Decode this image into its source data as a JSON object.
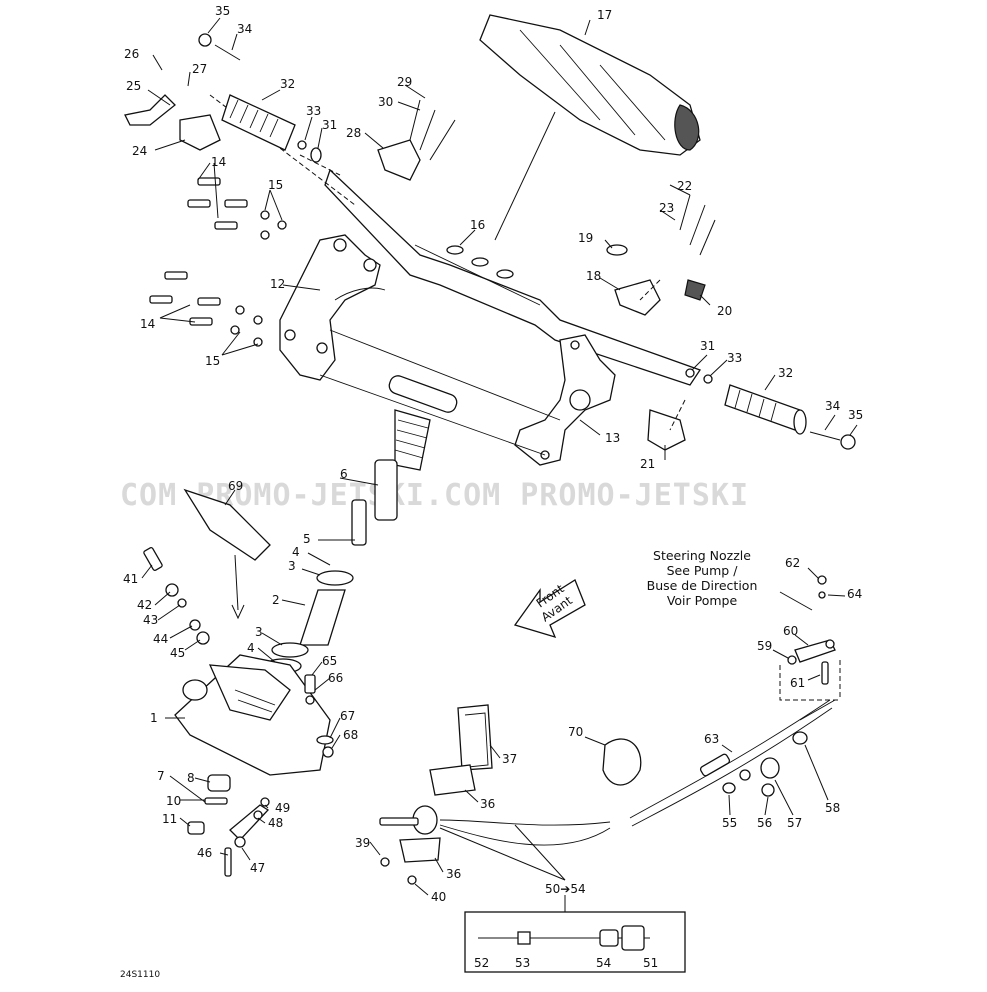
{
  "diagram": {
    "code": "24S1110",
    "watermark": "COM PROMO-JETSKI.COM  PROMO-JETSKI",
    "callouts": [
      "35",
      "34",
      "26",
      "27",
      "25",
      "32",
      "33",
      "31",
      "24",
      "14",
      "15",
      "29",
      "30",
      "28",
      "17",
      "22",
      "23",
      "19",
      "16",
      "18",
      "20",
      "12",
      "31",
      "33",
      "32",
      "34",
      "35",
      "21",
      "13",
      "6",
      "69",
      "5",
      "4",
      "3",
      "41",
      "42",
      "43",
      "44",
      "45",
      "2",
      "3",
      "4",
      "65",
      "66",
      "1",
      "67",
      "68",
      "7",
      "8",
      "10",
      "11",
      "49",
      "48",
      "46",
      "47",
      "37",
      "36",
      "39",
      "36",
      "40",
      "50➔54",
      "52",
      "53",
      "54",
      "51",
      "70",
      "63",
      "55",
      "56",
      "57",
      "58",
      "62",
      "64",
      "60",
      "59",
      "61"
    ],
    "note_lines": [
      "Steering Nozzle",
      "See Pump /",
      "Buse de Direction",
      "Voir Pompe"
    ],
    "front_label": [
      "Front",
      "Avant"
    ]
  }
}
